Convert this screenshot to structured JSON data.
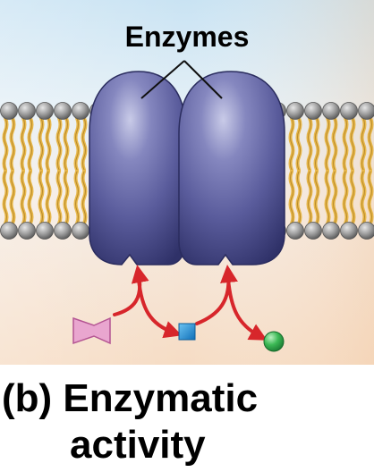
{
  "diagram": {
    "enzymes_label": "Enzymes",
    "caption_line1": "(b) Enzymatic",
    "caption_line2": "activity",
    "colors": {
      "extracellular": "#d6e9f5",
      "intracellular": "#f6e2cf",
      "phospholipid_head": "#9a9a9a",
      "lipid_tail": "#e8b84b",
      "enzyme": "#5c5e9e",
      "arrow": "#d7262b",
      "substrate": "#e9a6cf",
      "intermediate": "#1e8fd6",
      "product": "#2fa84a"
    }
  }
}
